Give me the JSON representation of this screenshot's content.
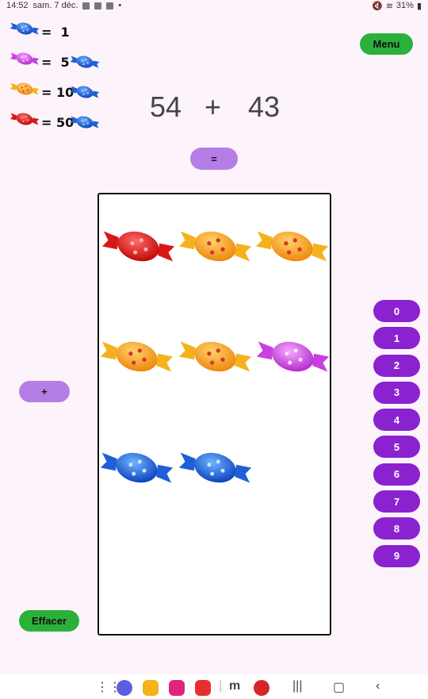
{
  "status": {
    "time": "14:52",
    "date": "sam. 7 déc.",
    "dot": "•",
    "battery": "31%"
  },
  "legend": [
    {
      "value": "1",
      "candy": "blue",
      "show_blue": false
    },
    {
      "value": "5",
      "candy": "purple",
      "show_blue": true
    },
    {
      "value": "10",
      "candy": "orange",
      "show_blue": true
    },
    {
      "value": "50",
      "candy": "red",
      "show_blue": true
    }
  ],
  "legend_eq": "=",
  "menu_label": "Menu",
  "operation": {
    "a": "54",
    "op": "+",
    "b": "43"
  },
  "equals_label": "=",
  "plus_label": "+",
  "clear_label": "Effacer",
  "digits": [
    "0",
    "1",
    "2",
    "3",
    "4",
    "5",
    "6",
    "7",
    "8",
    "9"
  ],
  "board_candies": [
    "red",
    "orange",
    "orange",
    "orange",
    "orange",
    "purple",
    "blue",
    "blue"
  ],
  "colors": {
    "blue": "#2f6be0",
    "purple": "#d24ee6",
    "orange": "#f7a324",
    "red": "#e81c1c",
    "green_button": "#2bb13a",
    "lilac_button": "#b57ee6",
    "digit_button": "#8a22d0"
  },
  "nav_icons": [
    "apps-grid-icon",
    "browser-icon",
    "folder-icon",
    "flower-icon",
    "flipboard-icon",
    "mi-icon",
    "app-red-icon",
    "recents-icon",
    "home-icon",
    "back-icon"
  ]
}
